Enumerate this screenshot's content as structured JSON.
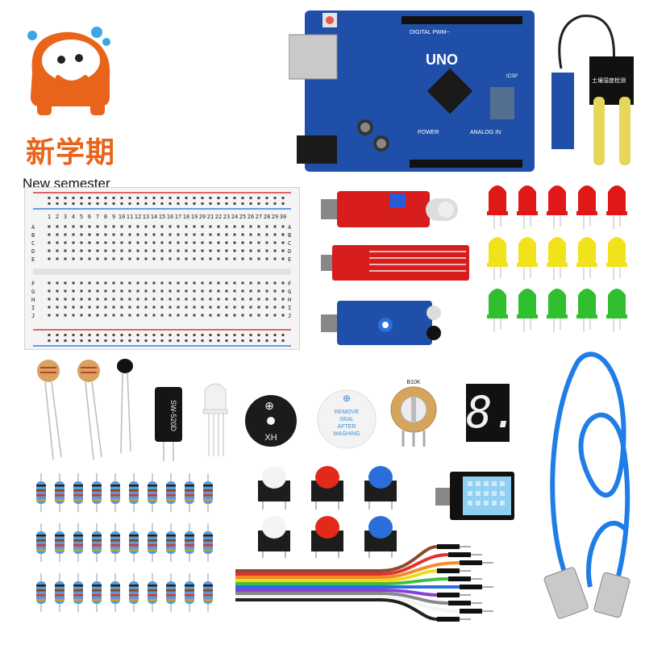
{
  "logo": {
    "icon_name": "mascot-car-icon",
    "title": "新学期",
    "tagline": "New semester",
    "brand_color": "#e8641a"
  },
  "arduino": {
    "board_name": "UNO",
    "header_label": "DIGITAL PWM~",
    "power_label": "POWER",
    "analog_label": "ANALOG IN",
    "icsp_label": "ICSP",
    "board_color": "#1f4fa8"
  },
  "breadboard": {
    "row_letters": [
      "A",
      "B",
      "C",
      "D",
      "E",
      "F",
      "G",
      "H",
      "I",
      "J"
    ],
    "column_numbers_top": [
      "1",
      "2",
      "3",
      "4",
      "5",
      "6",
      "7",
      "8",
      "9",
      "10",
      "11",
      "12",
      "13",
      "14",
      "15",
      "16",
      "17",
      "18",
      "19",
      "20",
      "21",
      "22",
      "23",
      "24",
      "25",
      "26",
      "27",
      "28",
      "29",
      "30"
    ]
  },
  "soil_sensor": {
    "probe_label": "土壤湿度检测"
  },
  "buzzer": {
    "active_label": "XH",
    "passive_label_lines": [
      "REMOVE",
      "SEAL",
      "AFTER",
      "WASHING"
    ]
  },
  "tilt_switch": {
    "label": "SW-520D"
  },
  "potentiometer": {
    "label": "B10K"
  },
  "seven_segment": {
    "digit": "8."
  },
  "leds": {
    "colors": [
      "#e01818",
      "#f2e21a",
      "#2fbf2f"
    ]
  }
}
